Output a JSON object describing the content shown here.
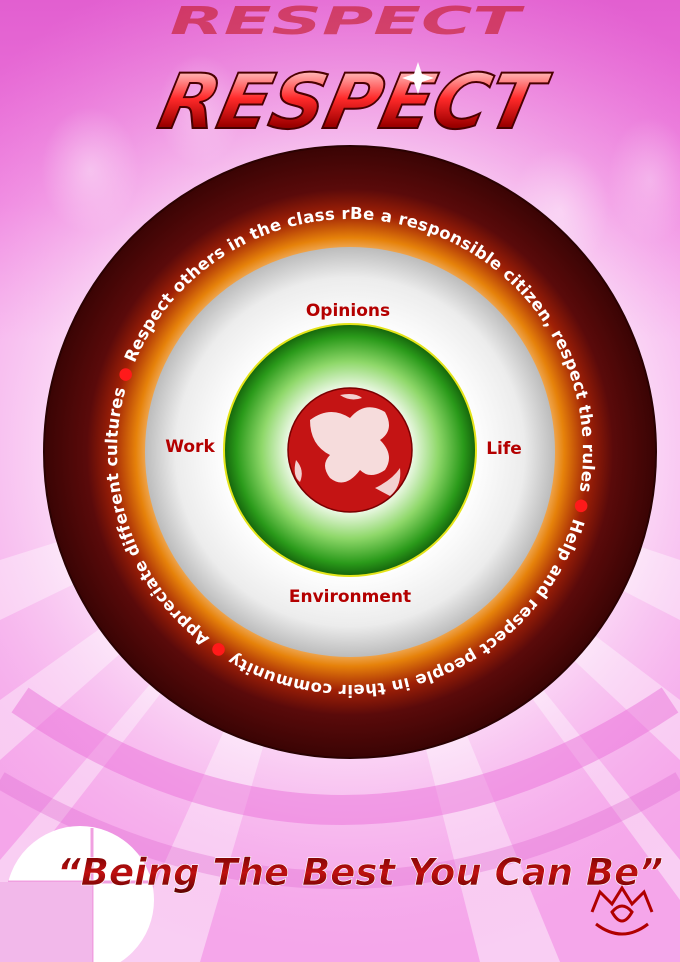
{
  "poster": {
    "title": "RESPECT",
    "ring_text": "Be a responsible citizen, respect the rules ● Help and respect people in their community ● Appreciate different cultures ● Respect others in the class room and in school ●",
    "inner_labels": {
      "top": "Opinions",
      "left": "Work",
      "right": "Life",
      "bottom": "Environment"
    },
    "slogan": "“Being The Best You Can Be”"
  },
  "colors": {
    "background": "#f5a6ea",
    "ring_dark": "#5a0a0a",
    "label_red": "#b40000",
    "globe_red": "#c41414",
    "green": "#2a9a1a",
    "slogan_red": "#a00000"
  },
  "icons": {
    "logo": "crown-logo-icon",
    "sparkle": "sparkle-icon"
  }
}
